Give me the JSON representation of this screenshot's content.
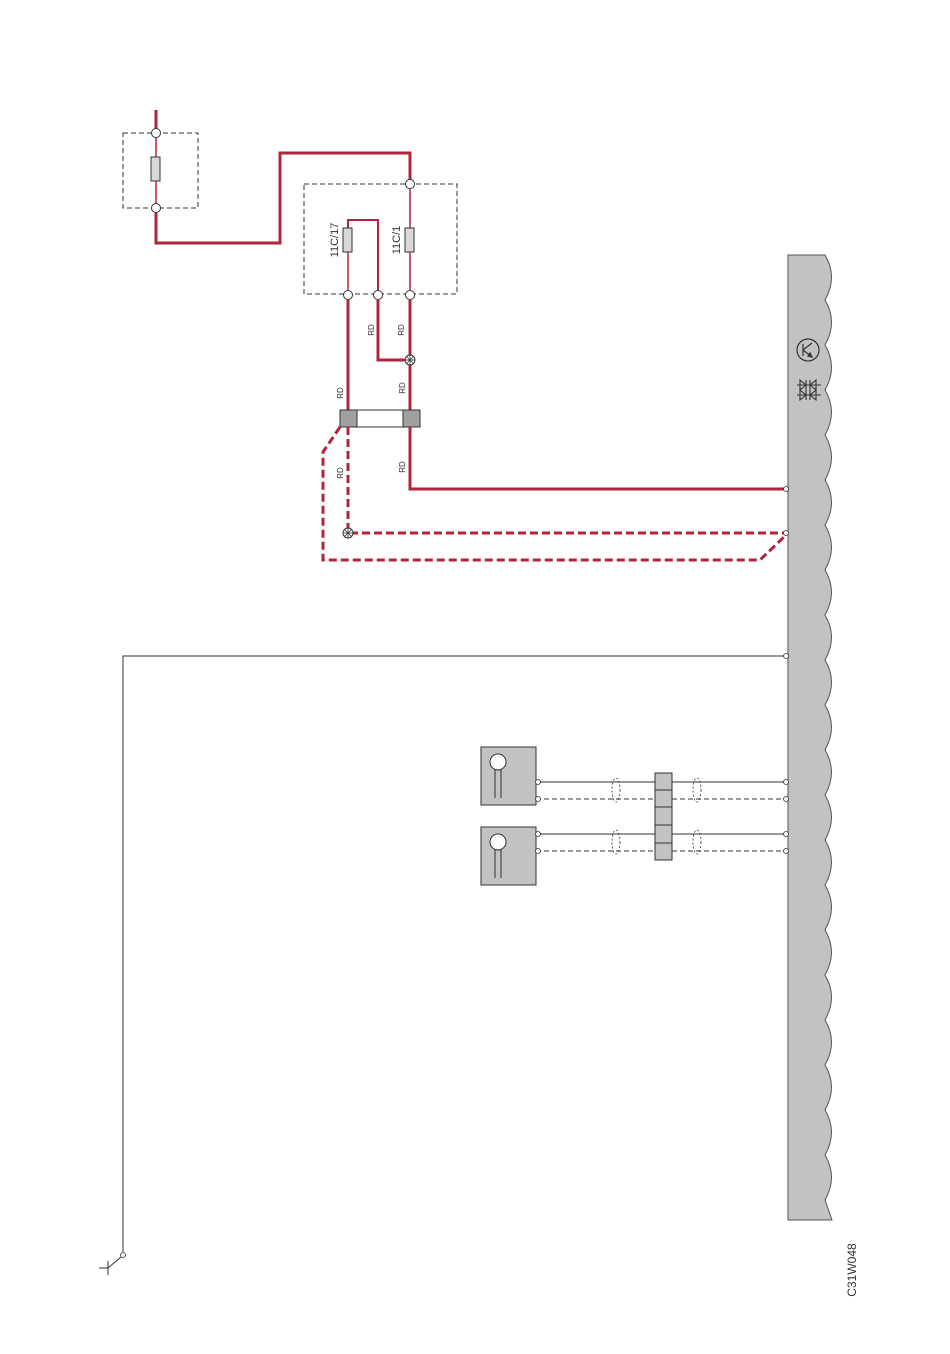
{
  "fuse_labels": [
    "11C/17",
    "11C/1"
  ],
  "wire_color_code": "RD",
  "figure_code": "C31W048",
  "icons": [
    "transistor-symbol-icon",
    "diode-symbol-icon",
    "sensor-icon"
  ],
  "colors": {
    "power_wire": "#b0253c",
    "control_module": "#c2c2c4",
    "signal_wire": "#333333"
  }
}
